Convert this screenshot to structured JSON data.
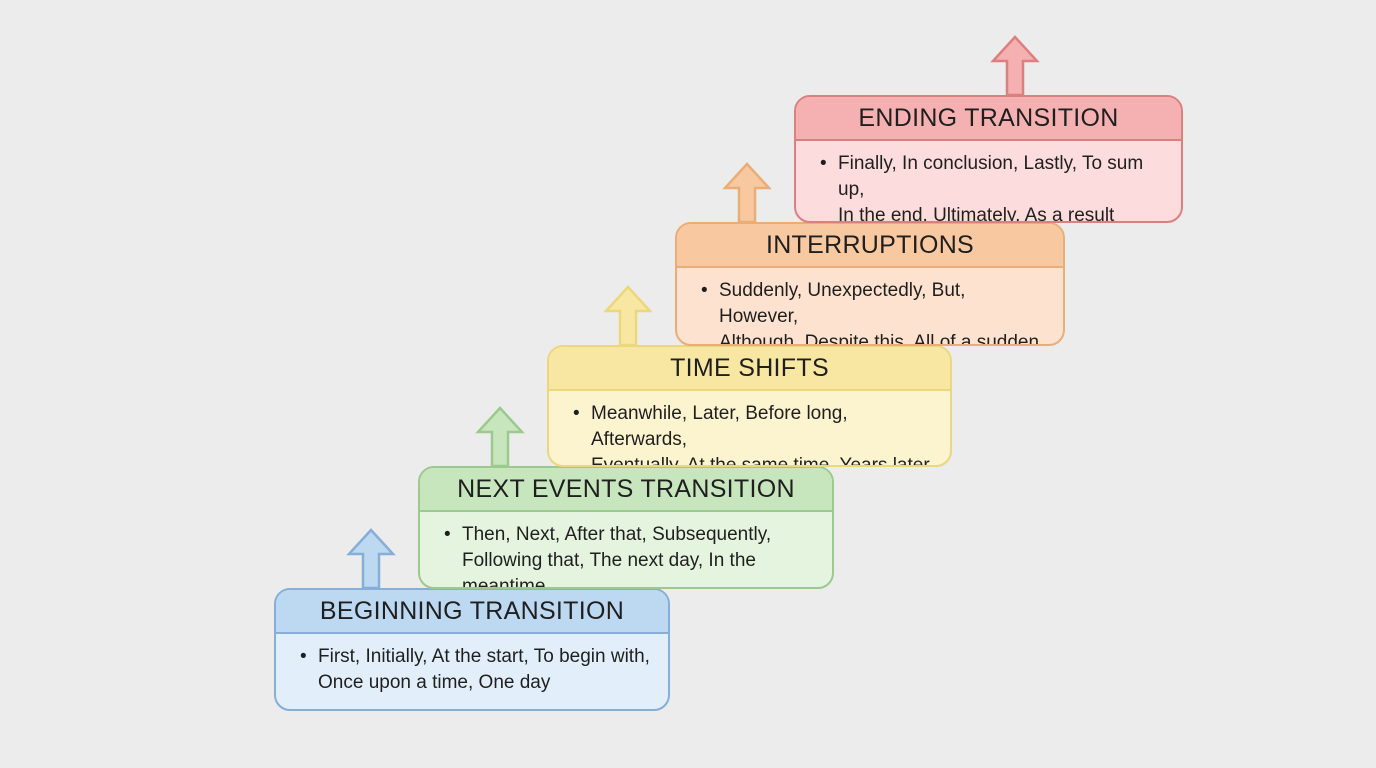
{
  "steps": [
    {
      "title": "BEGINNING TRANSITION",
      "items": [
        "First, Initially, At the start, To begin with, Once upon a time, One day"
      ],
      "colors": {
        "border": "#86aed6",
        "header": "#bcd9f1",
        "body": "#e2effb",
        "arrow_fill": "#bcd9f1",
        "arrow_stroke": "#86aed6"
      }
    },
    {
      "title": "NEXT EVENTS TRANSITION",
      "items": [
        "Then, Next, After that, Subsequently, Following that, The next day, In the meantime"
      ],
      "colors": {
        "border": "#9cc98e",
        "header": "#c7e6bd",
        "body": "#e5f4df",
        "arrow_fill": "#c7e6bd",
        "arrow_stroke": "#9cc98e"
      }
    },
    {
      "title": "TIME SHIFTS",
      "items": [
        "Meanwhile, Later, Before long, Afterwards, Eventually, At the same time, Years later"
      ],
      "colors": {
        "border": "#ebd77c",
        "header": "#f8e7a2",
        "body": "#fcf3cf",
        "arrow_fill": "#f8e7a2",
        "arrow_stroke": "#ebd77c"
      }
    },
    {
      "title": "INTERRUPTIONS",
      "items": [
        "Suddenly, Unexpectedly, But, However, Although, Despite this, All of a sudden"
      ],
      "colors": {
        "border": "#e9ad75",
        "header": "#f8c9a0",
        "body": "#fde3cf",
        "arrow_fill": "#f8c9a0",
        "arrow_stroke": "#e9ad75"
      }
    },
    {
      "title": "ENDING TRANSITION",
      "items": [
        "Finally, In conclusion, Lastly, To sum up, In the end, Ultimately, As a result"
      ],
      "colors": {
        "border": "#dc7f7f",
        "header": "#f5b1b1",
        "body": "#fcdcdc",
        "arrow_fill": "#f5b1b1",
        "arrow_stroke": "#dc7f7f"
      }
    }
  ]
}
